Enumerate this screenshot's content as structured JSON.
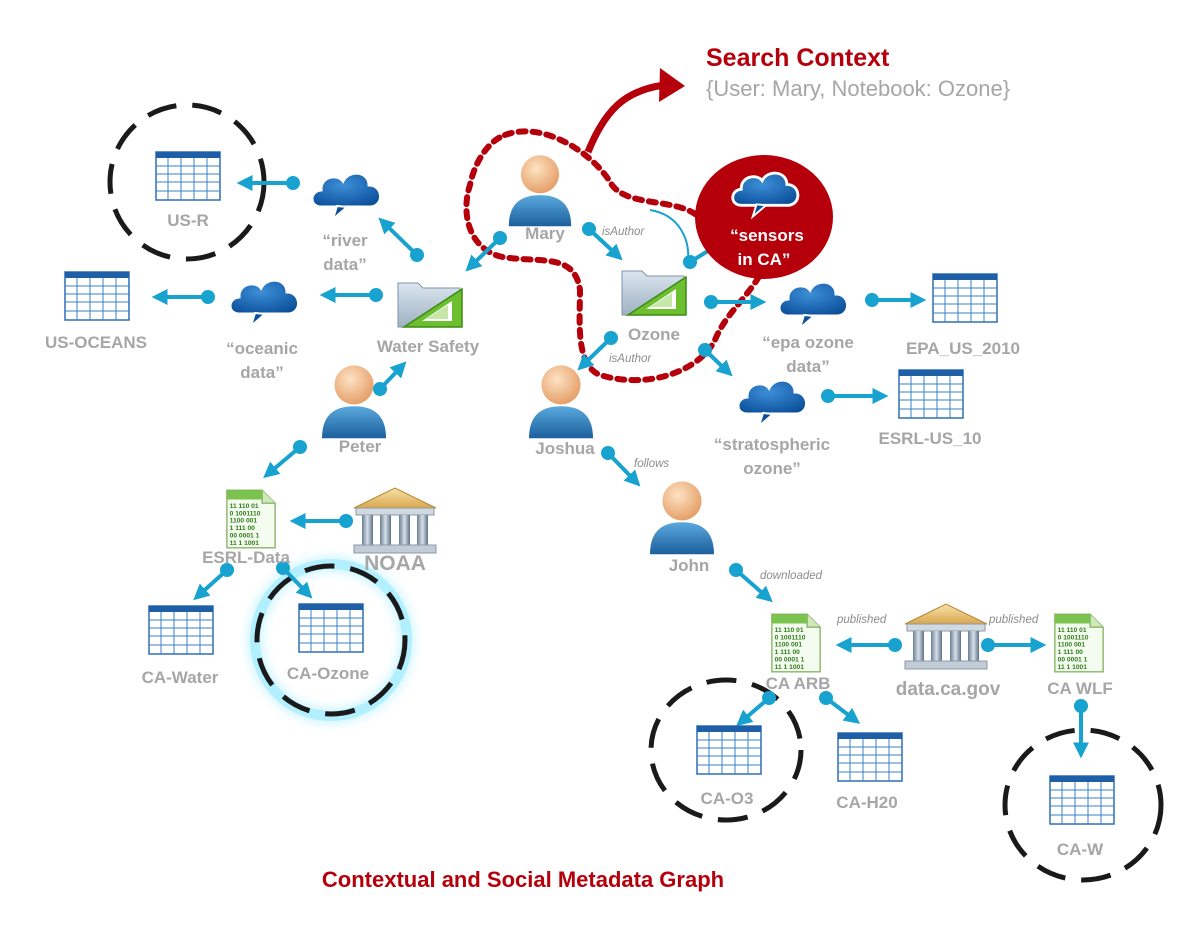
{
  "search_context": {
    "title": "Search Context",
    "value": "{User: Mary, Notebook: Ozone}"
  },
  "footer_title": "Contextual and Social Metadata Graph",
  "people": {
    "mary": "Mary",
    "peter": "Peter",
    "joshua": "Joshua",
    "john": "John"
  },
  "notebooks": {
    "water_safety": "Water Safety",
    "ozone": "Ozone"
  },
  "queries": {
    "river": [
      "“river",
      "data”"
    ],
    "oceanic": [
      "“oceanic",
      "data”"
    ],
    "sensors": [
      "“sensors",
      "in CA”"
    ],
    "epa": [
      "“epa ozone",
      "data”"
    ],
    "strato": [
      "“stratospheric",
      "ozone”"
    ]
  },
  "tables": {
    "us_r": "US-R",
    "us_oceans": "US-OCEANS",
    "epa_us_2010": "EPA_US_2010",
    "esrl_us_10": "ESRL-US_10",
    "ca_water": "CA-Water",
    "ca_ozone": "CA-Ozone",
    "ca_o3": "CA-O3",
    "ca_h20": "CA-H20",
    "ca_w": "CA-W"
  },
  "datasets": {
    "esrl_data": "ESRL-Data",
    "ca_arb": "CA ARB",
    "ca_wlf": "CA WLF"
  },
  "orgs": {
    "noaa": "NOAA",
    "data_ca_gov": "data.ca.gov"
  },
  "relations": {
    "mary_ozone": "isAuthor",
    "joshua_ozone": "isAuthor",
    "joshua_john": "follows",
    "john_arb": "downloaded",
    "gov_arb": "published",
    "gov_wlf": "published"
  },
  "colors": {
    "accent_red": "#b5000b",
    "connector_blue": "#17a2d0",
    "label_gray": "#a6a6a6",
    "dashed_black": "#1a1a1a"
  }
}
